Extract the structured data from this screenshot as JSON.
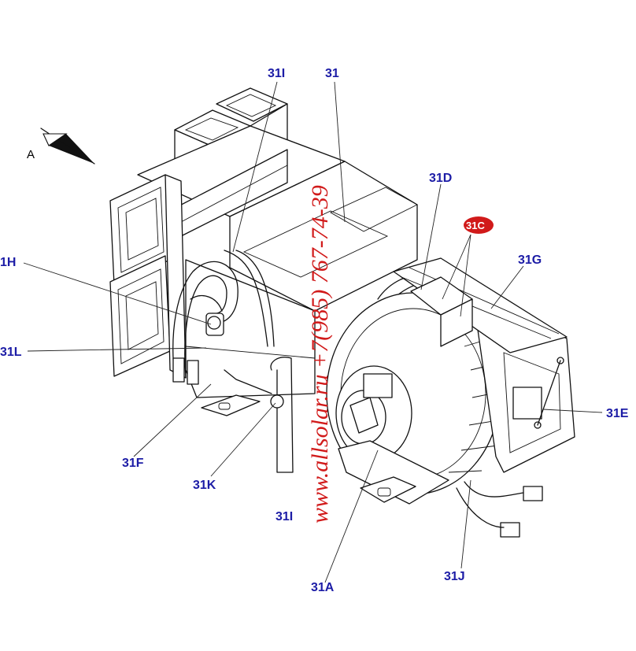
{
  "view_marker": "A",
  "labels": {
    "l_31I_top": "31I",
    "l_31": "31",
    "l_31D": "31D",
    "l_31C": "31C",
    "l_31G": "31G",
    "l_31H": "1H",
    "l_31L": "31L",
    "l_31E": "31E",
    "l_31F": "31F",
    "l_31K": "31K",
    "l_31I_bottom": "31I",
    "l_31A": "31A",
    "l_31J": "31J"
  },
  "watermark": "www.allsolar.ru  +7(985) 767-74-39",
  "colors": {
    "callout": "#1c1ca6",
    "badge": "#d11a1a",
    "watermark": "#d11a1a"
  }
}
